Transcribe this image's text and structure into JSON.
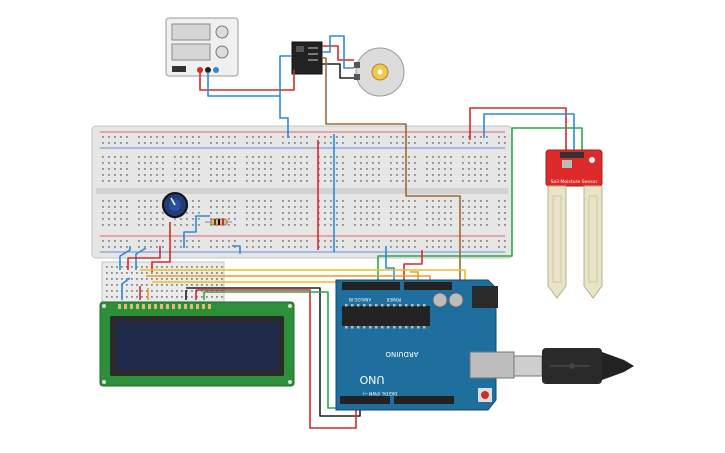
{
  "colors": {
    "breadboard": "#e6e6e6",
    "breadboard_hole": "#888888",
    "rail_red": "#d63b3b",
    "rail_blue": "#3b6fd6",
    "arduino": "#1e6e9e",
    "arduino_dark": "#17587f",
    "lcd_pcb": "#2e8f3b",
    "lcd_screen": "#1f2a4a",
    "sensor_red": "#dc2a2a",
    "sensor_probe": "#e9e3c8",
    "power_supply": "#f0f0f0",
    "motor": "#dcdcdc",
    "motor_shaft": "#f2c94c",
    "relay": "#222222",
    "wire_red": "#d22b2b",
    "wire_blue": "#2a8bd8",
    "wire_black": "#222222",
    "wire_green": "#2ea84a",
    "wire_brown": "#9a6a3a",
    "wire_orange": "#f09a2a",
    "wire_yellow": "#e6c21f",
    "usb_cable": "#2a2a2a"
  },
  "components": {
    "power_supply": {
      "icon": "bench-power-supply-icon"
    },
    "relay": {
      "icon": "relay-module-icon"
    },
    "motor": {
      "icon": "dc-motor-icon"
    },
    "breadboard": {
      "icon": "breadboard-icon"
    },
    "potentiometer": {
      "icon": "potentiometer-icon"
    },
    "resistor": {
      "icon": "resistor-icon"
    },
    "soil_sensor": {
      "label": "Soil Moisture Sensor",
      "icon": "soil-sensor-icon"
    },
    "lcd": {
      "icon": "lcd-16x2-icon"
    },
    "arduino": {
      "brand": "ARDUINO",
      "model": "UNO",
      "power_label": "POWER",
      "analog_label": "ANALOG IN",
      "digital_label": "DIGITAL (PWM ~)",
      "icon": "arduino-uno-icon"
    },
    "usb_plug": {
      "icon": "usb-plug-icon"
    }
  }
}
